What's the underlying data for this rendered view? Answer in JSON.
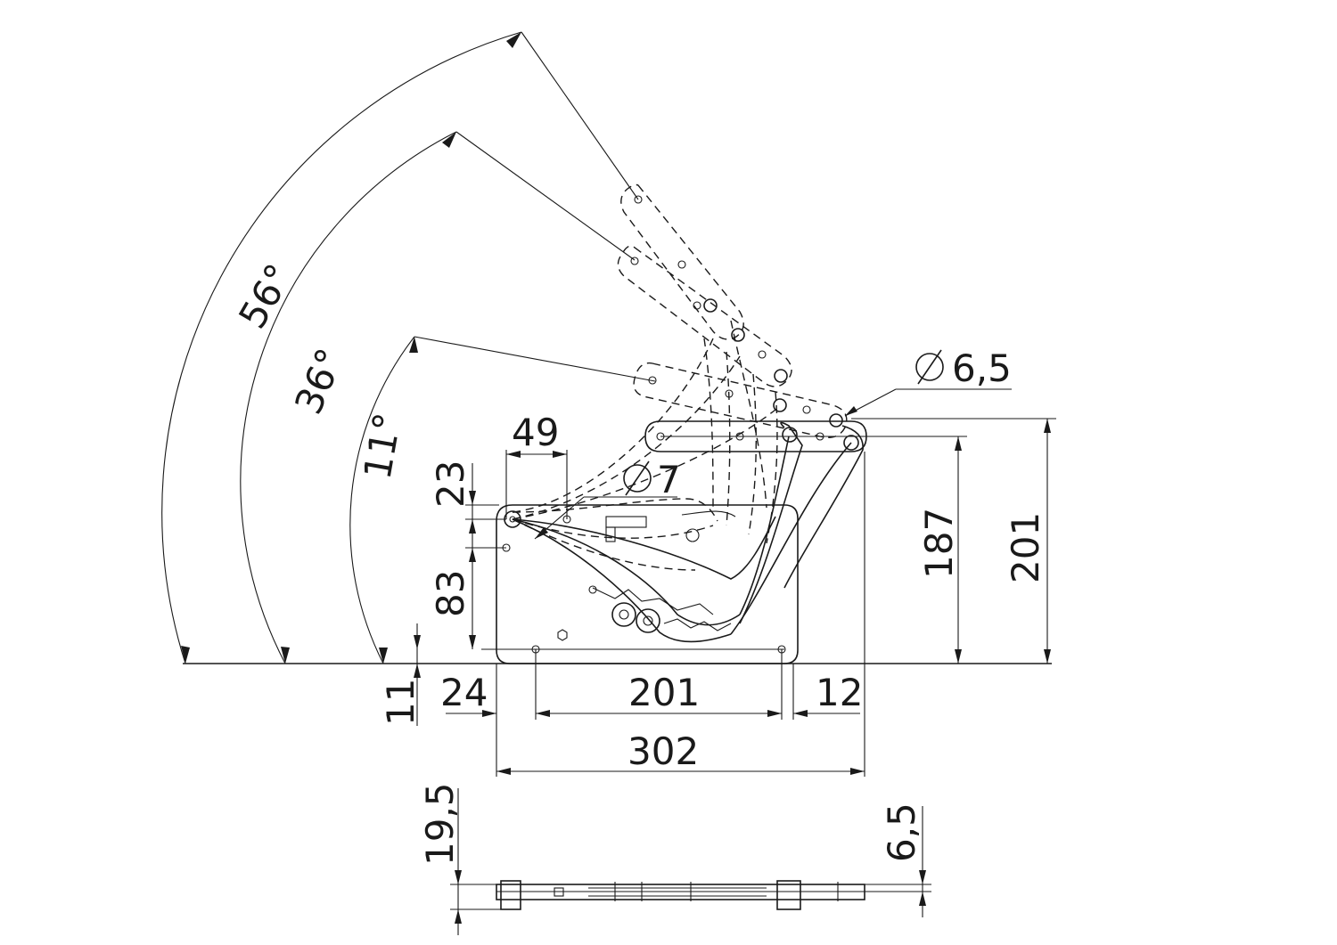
{
  "dimensions": {
    "angle_56": "56°",
    "angle_36": "36°",
    "angle_11": "11°",
    "d49": "49",
    "d23": "23",
    "d83": "83",
    "d11": "11",
    "d24": "24",
    "d201_bottom": "201",
    "d12": "12",
    "d302": "302",
    "d187": "187",
    "d201_right": "201",
    "dia7": "7",
    "dia65": "6,5",
    "d19_5": "19,5",
    "d6_5": "6,5"
  },
  "colors": {
    "line": "#1a1a1a",
    "background": "#ffffff"
  }
}
